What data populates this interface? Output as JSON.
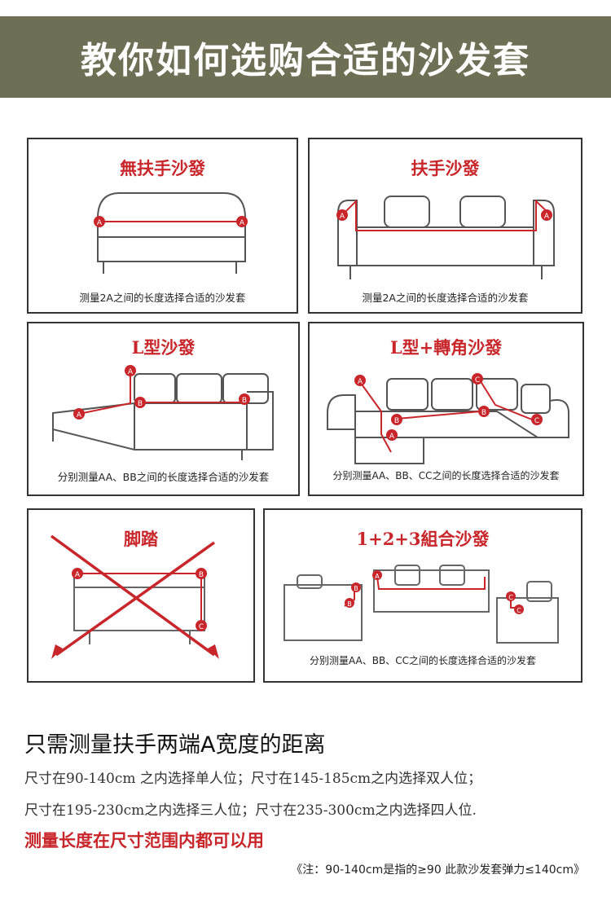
{
  "header": {
    "title": "教你如何选购合适的沙发套"
  },
  "panels": [
    {
      "id": "armless",
      "title": "無扶手沙發",
      "caption": "测量2A之间的长度选择合适的沙发套"
    },
    {
      "id": "armrest",
      "title": "扶手沙發",
      "caption": "测量2A之间的长度选择合适的沙发套"
    },
    {
      "id": "l-shape",
      "title": "L型沙發",
      "caption": "分别测量AA、BB之间的长度选择合适的沙发套"
    },
    {
      "id": "l-corner",
      "title": "L型+轉角沙發",
      "caption": "分别测量AA、BB、CC之间的长度选择合适的沙发套"
    },
    {
      "id": "footstool",
      "title": "脚踏",
      "caption": ""
    },
    {
      "id": "set-123",
      "title": "1+2+3組合沙發",
      "caption": "分别测量AA、BB、CC之间的长度选择合适的沙发套"
    }
  ],
  "markers": {
    "a": "A",
    "b": "B",
    "c": "C"
  },
  "guide": {
    "heading": "只需测量扶手两端A宽度的距离",
    "line1": "尺寸在90-140cm 之内选择单人位；尺寸在145-185cm之内选择双人位；",
    "line2": "尺寸在195-230cm之内选择三人位；尺寸在235-300cm之内选择四人位.",
    "emphasis": "测量长度在尺寸范围内都可以用",
    "note": "《注：90-140cm是指的≥90 此款沙发套弹力≤140cm》"
  },
  "colors": {
    "banner": "#6d7055",
    "accent": "#c8262a",
    "sketch": "#555555"
  }
}
